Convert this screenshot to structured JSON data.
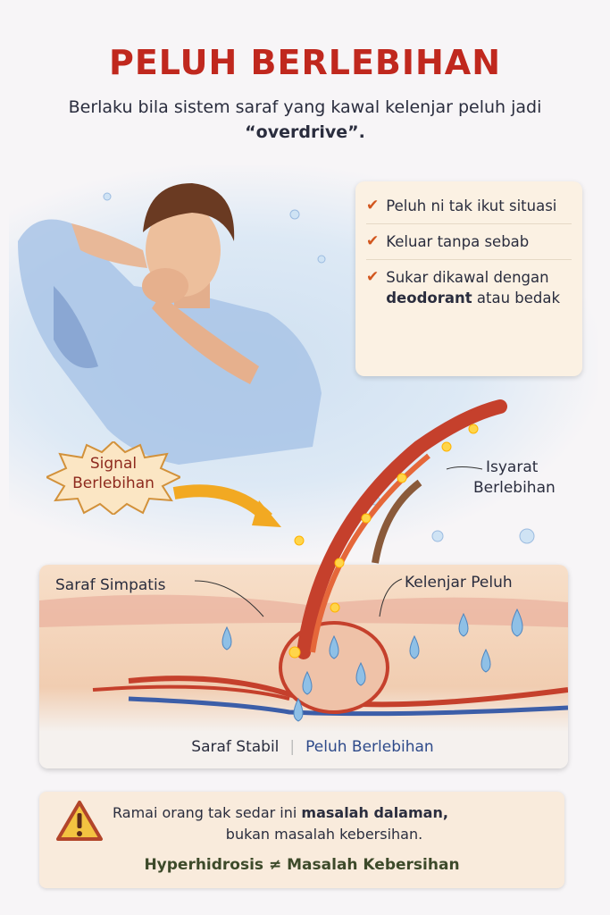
{
  "title": "PELUH BERLEBIHAN",
  "subtitle": {
    "text": "Berlaku bila sistem saraf yang kawal kelenjar peluh jadi ",
    "emphasis": "“overdrive”."
  },
  "checklist": [
    {
      "icon": "check-icon",
      "text": "Peluh ni tak ikut situasi"
    },
    {
      "icon": "check-icon",
      "text": "Keluar tanpa sebab"
    },
    {
      "icon": "check-icon",
      "pre": "Sukar dikawal dengan ",
      "bold": "deodorant",
      "post": " atau bedak"
    }
  ],
  "burst_label": {
    "line1": "Signal",
    "line2": "Berlebihan"
  },
  "labels": {
    "isyarat": {
      "line1": "Isyarat",
      "line2": "Berlebihan"
    },
    "saraf_simpatis": "Saraf Simpatis",
    "kelenjar_peluh": "Kelenjar Peluh"
  },
  "legend": {
    "left": "Saraf Stabil",
    "right": "Peluh Berlebihan"
  },
  "warning": {
    "pre": "Ramai orang tak sedar ini ",
    "bold": "masalah dalaman,",
    "line2": "bukan masalah kebersihan.",
    "equation": "Hyperhidrosis ≠ Masalah Kebersihan"
  },
  "colors": {
    "title": "#c0281e",
    "accent_check": "#d2561e",
    "legend_right": "#2e4a8a"
  }
}
